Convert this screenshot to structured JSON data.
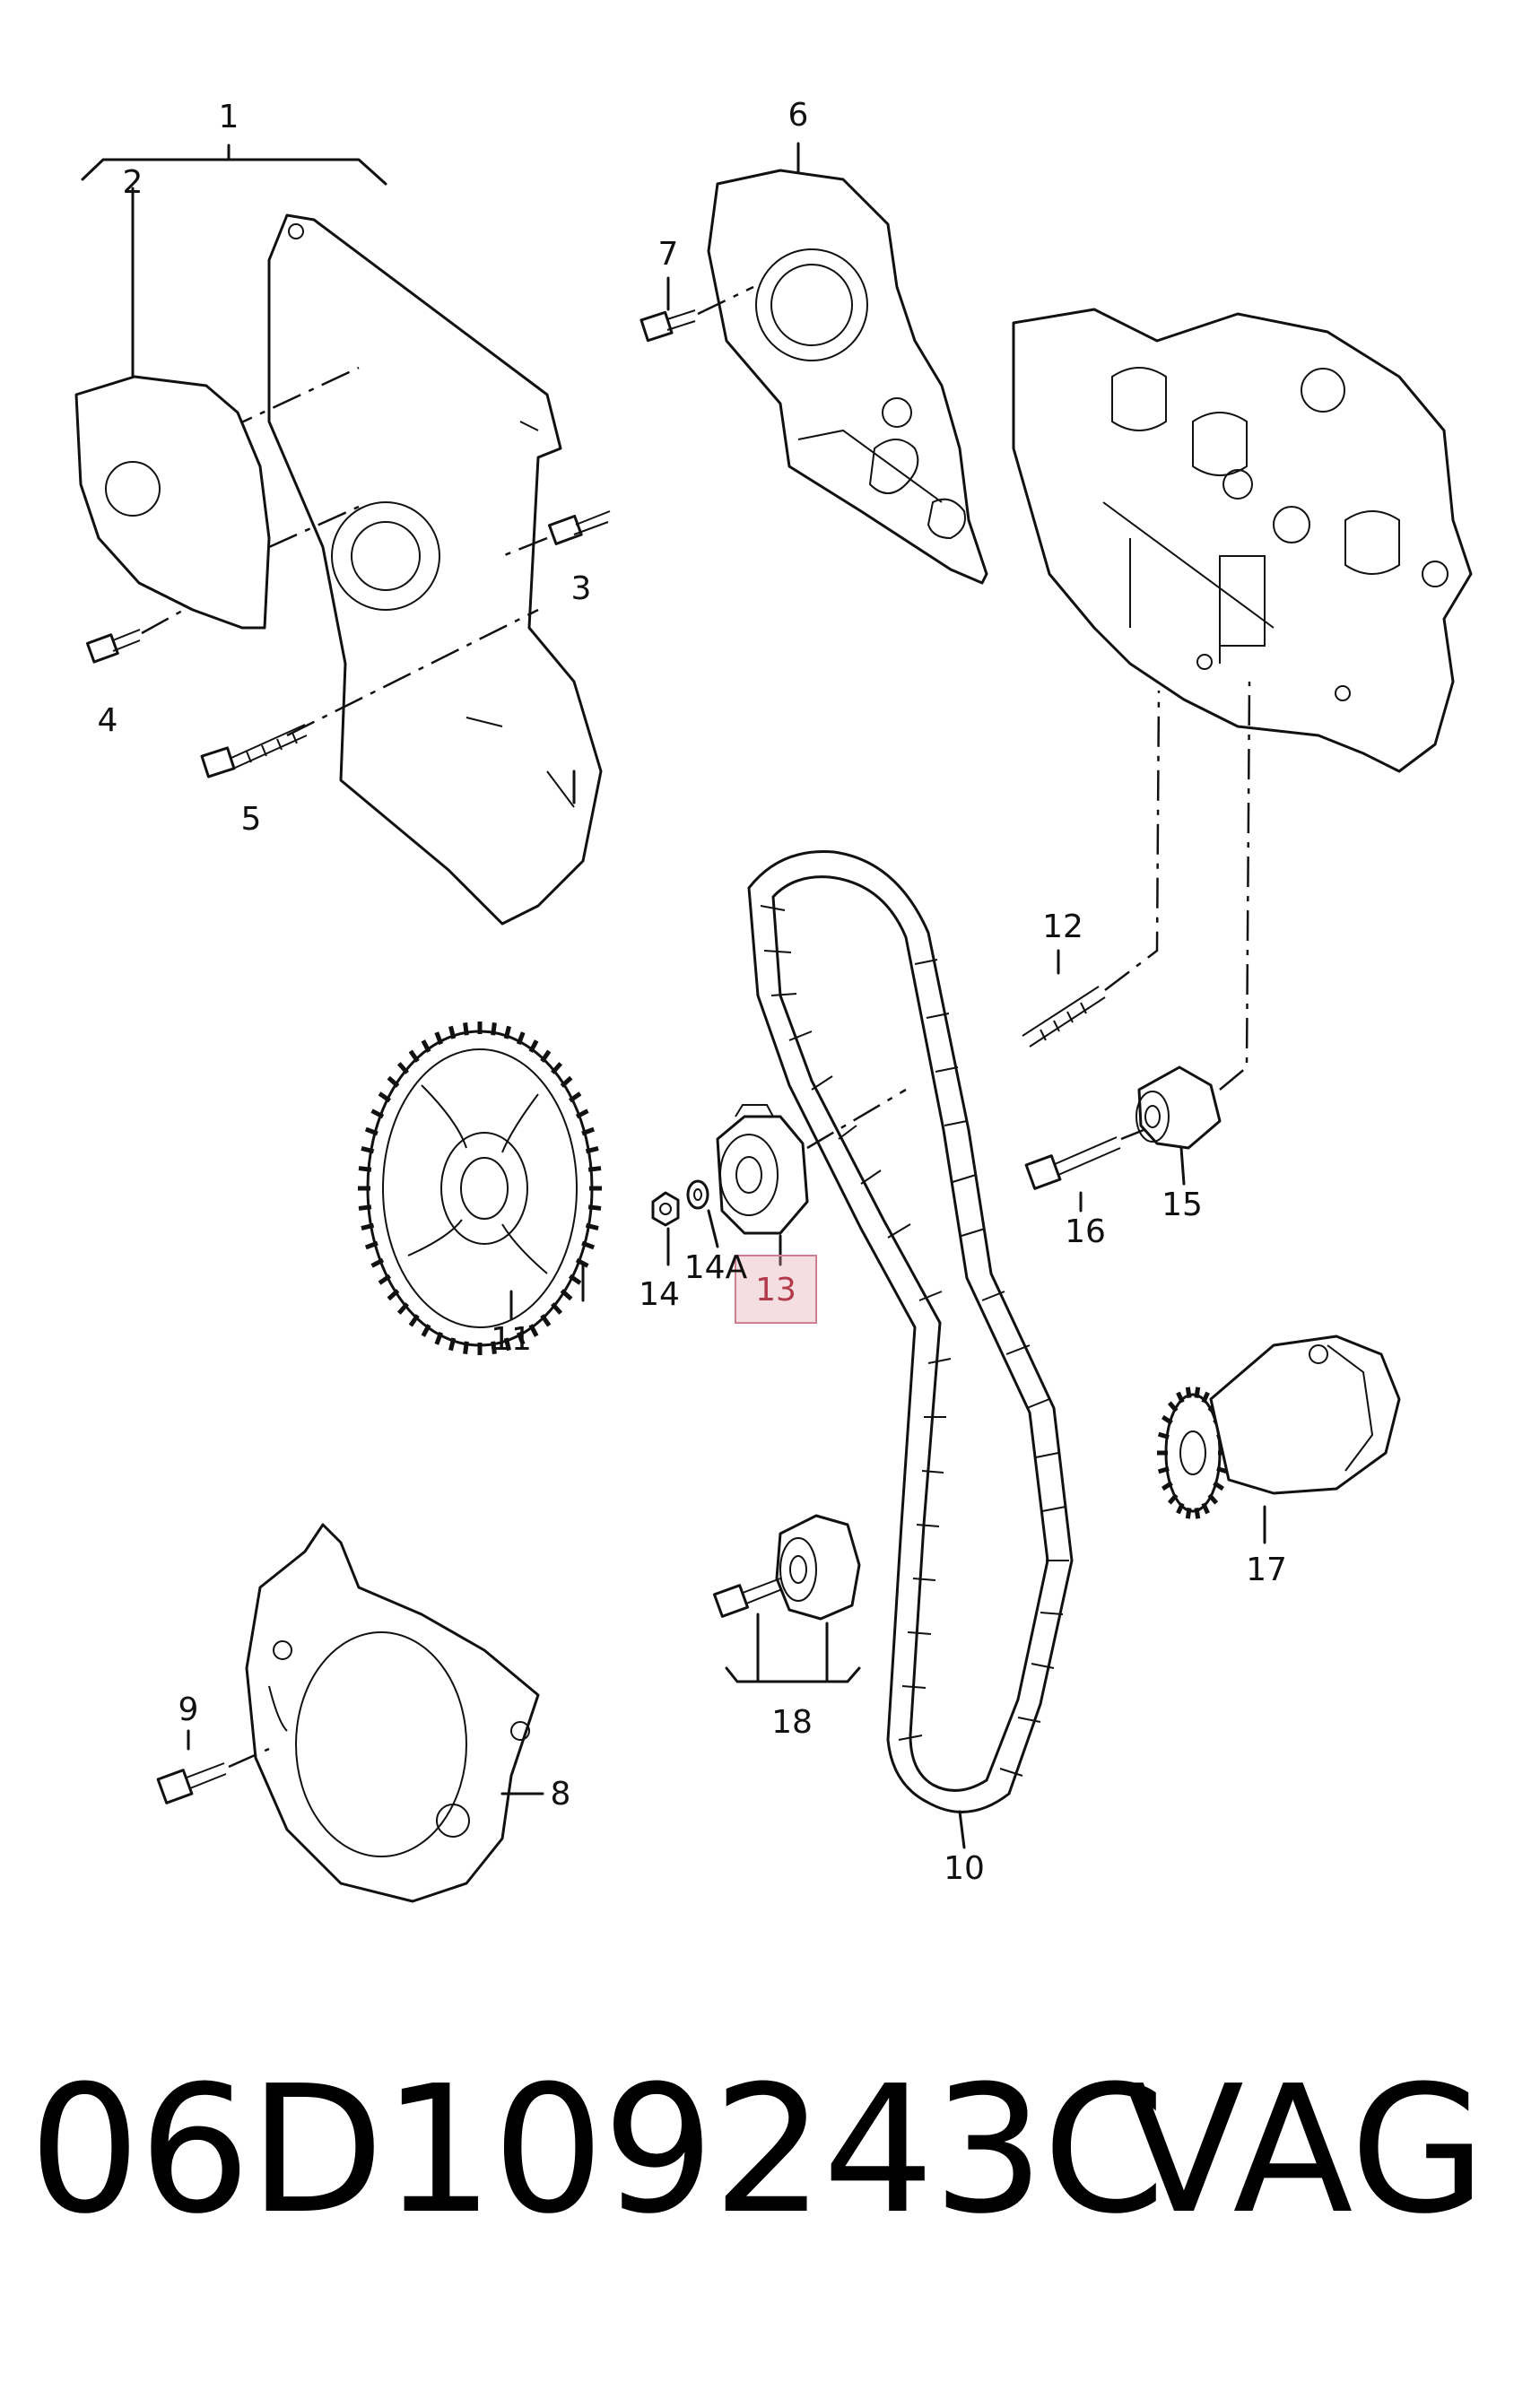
{
  "diagram": {
    "labels": {
      "p1": "1",
      "p2": "2",
      "p3": "3",
      "p4": "4",
      "p5": "5",
      "p6": "6",
      "p7": "7",
      "p8": "8",
      "p9": "9",
      "p10": "10",
      "p11": "11",
      "p12": "12",
      "p13": "13",
      "p14": "14",
      "p14a": "14A",
      "p15": "15",
      "p16": "16",
      "p17": "17",
      "p18": "18"
    },
    "highlighted_part": "13",
    "highlight_color": "#e0a0aa"
  },
  "footer": {
    "part_number": "06D109243C",
    "brand": "VAG"
  }
}
